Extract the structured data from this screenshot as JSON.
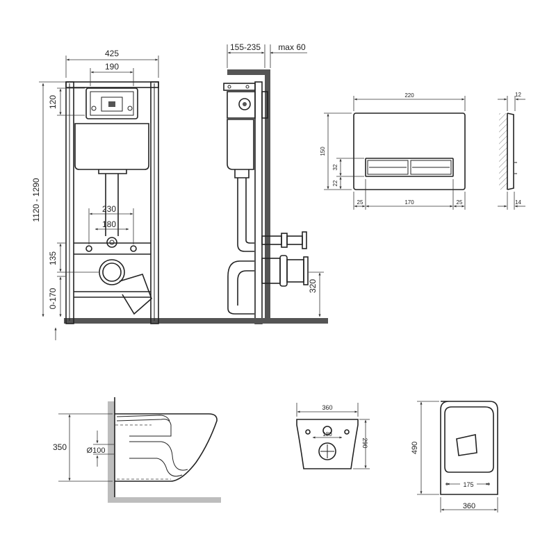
{
  "colors": {
    "line": "#222222",
    "wall": "#555555",
    "hatch": "#777777",
    "background": "#ffffff"
  },
  "frame_front": {
    "width_label": "425",
    "mount_width_label": "190",
    "mount_height_label": "120",
    "height_label": "1120 - 1290",
    "bolt_span_label": "230",
    "inner_span_label": "180",
    "pipe_height_label": "135",
    "foot_label": "0-170"
  },
  "frame_side": {
    "depth_label": "155-235",
    "max_label": "max 60",
    "outlet_height_label": "320"
  },
  "flush_plate": {
    "width_label": "220",
    "height_label": "150",
    "button_height_label": "32",
    "bottom_margin_label": "22",
    "left_margin_label": "25",
    "button_width_label": "170",
    "right_margin_label": "25",
    "thickness_top_label": "12",
    "thickness_bottom_label": "14"
  },
  "bowl_side": {
    "height_label": "350",
    "pipe_diameter_label": "Ø100"
  },
  "bowl_back": {
    "width_label": "360",
    "height_label": "290",
    "bolt_span_label": "180"
  },
  "bowl_top": {
    "length_label": "490",
    "inner_span_label": "175",
    "width_label": "360"
  }
}
